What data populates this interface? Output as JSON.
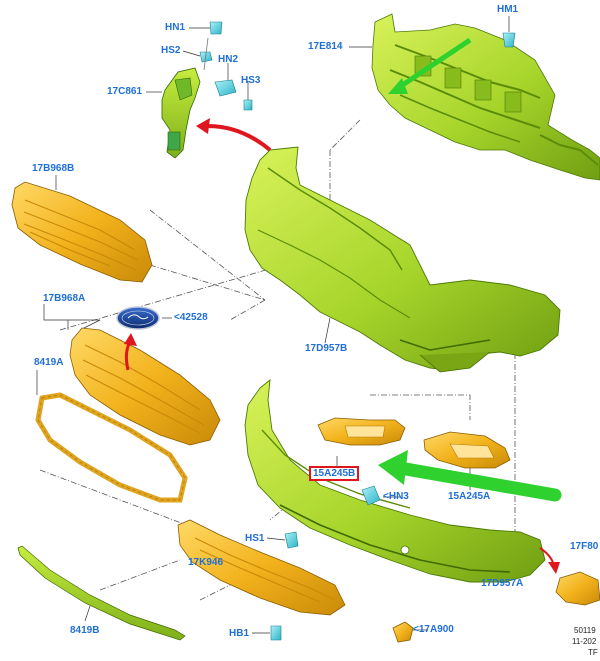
{
  "callouts": {
    "hn1": "HN1",
    "hs2": "HS2",
    "hn2": "HN2",
    "hs3": "HS3",
    "c17c861": "17C861",
    "e17e814": "17E814",
    "hm1": "HM1",
    "b17b968b": "17B968B",
    "b17b968a": "17B968A",
    "n42528": "42528",
    "n8419a": "8419A",
    "d17d957b": "17D957B",
    "a15a245b": "15A245B",
    "a15a245a": "15A245A",
    "hn3": "HN3",
    "hs1": "HS1",
    "k17k946": "17K946",
    "hb1": "HB1",
    "n17a900": "17A900",
    "d17d957a": "17D957A",
    "n8419b": "8419B",
    "f17f80": "17F80"
  },
  "stamp": {
    "line1": "50119",
    "line2": "11-202",
    "line3": "TF"
  },
  "colors": {
    "callout_text": "#1f6fd6",
    "green_part": "#9ed82a",
    "orange_part": "#f2b21c",
    "cyan_fastener": "#3ec9d8",
    "highlight_box": "#e0161f",
    "red_arrow": "#e0161f",
    "green_arrow": "#2fd12f"
  }
}
